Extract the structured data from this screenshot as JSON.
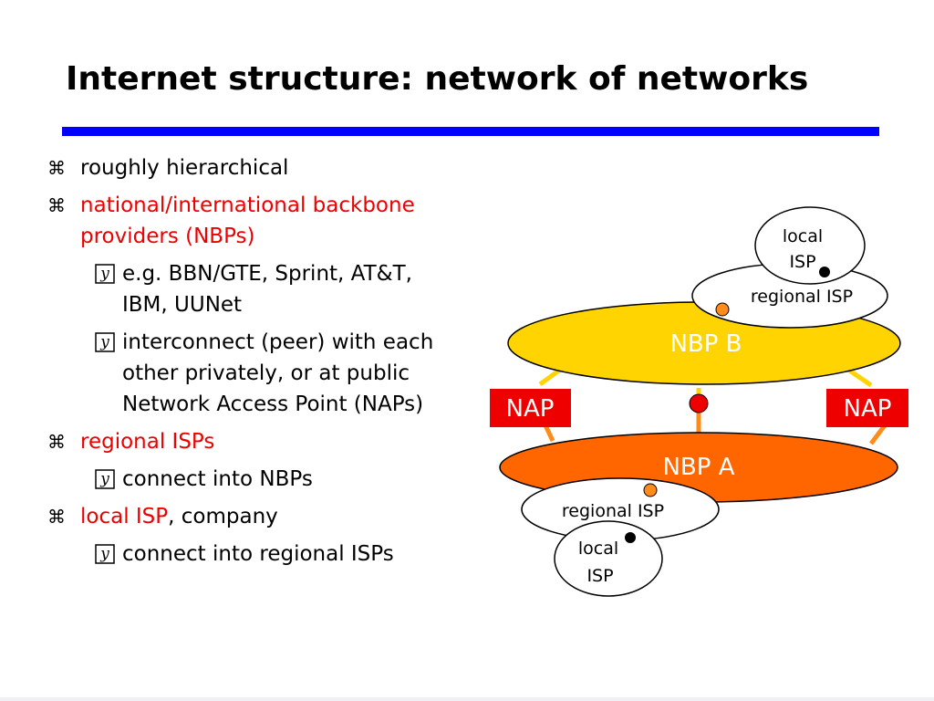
{
  "title": "Internet structure: network of networks",
  "bullets": {
    "b1": "roughly hierarchical",
    "b2_line1": "national/international backbone",
    "b2_line2": "providers (NBPs)",
    "b2_sub1_line1": "e.g. BBN/GTE, Sprint, AT&T,",
    "b2_sub1_line2": "IBM, UUNet",
    "b2_sub2_line1": "interconnect (peer) with each",
    "b2_sub2_line2": "other privately, or at public",
    "b2_sub2_line3": "Network Access Point (NAPs)",
    "b3": "regional ISPs",
    "b3_sub1": "connect into NBPs",
    "b4_red": "local ISP",
    "b4_rest": ", company",
    "b4_sub1": "connect into regional ISPs",
    "marker_l1": "⌘",
    "marker_l2": "y"
  },
  "diagram": {
    "nbp_b": "NBP B",
    "nbp_a": "NBP A",
    "nap_left": "NAP",
    "nap_right": "NAP",
    "regional_isp_top": "regional ISP",
    "regional_isp_bottom": "regional ISP",
    "local_isp_top_line1": "local",
    "local_isp_top_line2": "ISP",
    "local_isp_bottom_line1": "local",
    "local_isp_bottom_line2": "ISP"
  },
  "colors": {
    "rule": "#0000ff",
    "accent_red": "#ee0000",
    "nbp_b_fill": "#ffd400",
    "nbp_a_fill": "#ff6600",
    "nap_fill": "#ee0000",
    "link_yellow": "#ffd400",
    "link_orange": "#ff8c1a"
  },
  "icons": {
    "level1_marker": "command-symbol-icon",
    "level2_marker": "boxed-y-icon"
  }
}
